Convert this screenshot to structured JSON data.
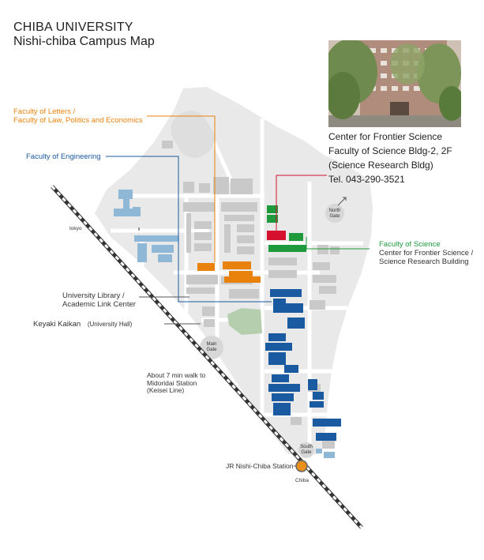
{
  "header": {
    "title_line1": "CHIBA UNIVERSITY",
    "title_line2": "Nishi-chiba Campus Map"
  },
  "photo": {
    "caption_line1": "Center for Frontier Science",
    "caption_line2": "Faculty of Science Bldg-2,  2F",
    "caption_line3": "(Science Research Bldg)",
    "caption_line4": "Tel. 043-290-3521"
  },
  "labels": {
    "letters_line1": "Faculty of Letters /",
    "letters_line2": "Faculty of Law, Politics and Economics",
    "engineering": "Faculty of Engineering",
    "science_line1": "Faculty of Science",
    "science_line2": "Center for Frontier Science /",
    "science_line3": "Science Research Building",
    "library_line1": "University Library /",
    "library_line2": "Academic Link Center",
    "keyaki_main": "Keyaki Kaikan",
    "keyaki_sub": "(University Hall)",
    "walk_line1": "About 7 min walk to",
    "walk_line2": "Midoridai Station",
    "walk_line3": "(Keisei Line)",
    "station": "JR Nishi-Chiba Station",
    "tokyo": "tokyo",
    "chiba": "Chiba",
    "north_gate_1": "North",
    "north_gate_2": "Gate",
    "main_gate_1": "Main",
    "main_gate_2": "Gate",
    "south_gate_1": "South",
    "south_gate_2": "Gate"
  },
  "colors": {
    "letters": "#e8820c",
    "engineering": "#1a5aa0",
    "science": "#1e9a3c",
    "frontier": "#d4102e",
    "medical": "#8fb7d6",
    "campus": "#e9e9e9",
    "building": "#c9c9c9",
    "green_area": "#b5cfae",
    "station": "#e8901a"
  }
}
